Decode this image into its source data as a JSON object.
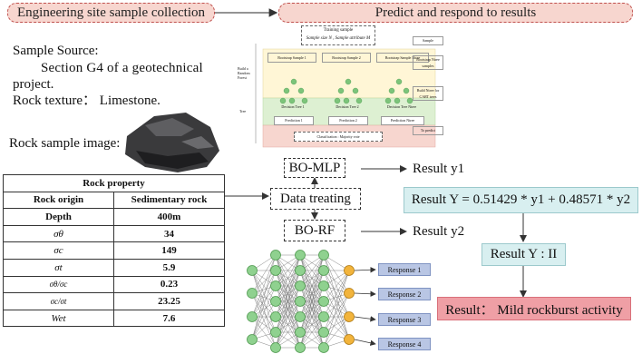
{
  "header": {
    "left_phase": "Engineering site sample collection",
    "right_phase": "Predict and respond to results"
  },
  "sample": {
    "source_label": "Sample Source:",
    "source_text_1": "Section G4 of a geotechnical",
    "source_text_2": "project.",
    "texture": "Rock texture： Limestone.",
    "image_label": "Rock sample image:"
  },
  "rock_table": {
    "title": "Rock property",
    "rows": [
      {
        "label": "Rock origin",
        "value": "Sedimentary rock"
      },
      {
        "label": "Depth",
        "value": "400m"
      },
      {
        "label": "σθ",
        "value": "34"
      },
      {
        "label": "σc",
        "value": "149"
      },
      {
        "label": "σt",
        "value": "5.9"
      },
      {
        "label": "σθ/σc",
        "value": "0.23"
      },
      {
        "label": "σc/σt",
        "value": "23.25"
      },
      {
        "label": "Wet",
        "value": "7.6"
      }
    ]
  },
  "rf_diagram": {
    "training_sample": "Training sample",
    "sample_size": "Sample size N , Sample attribute M",
    "side_sample": "Sample",
    "side_bootstrap": "Bootstrap Ntree samples",
    "side_build": "Build Ntree for CART trees",
    "side_forest": "Build a Random Forest",
    "side_tree": "Tree",
    "side_predict": "To predict",
    "bootstrap_1": "Bootstrap Sample 1",
    "bootstrap_2": "Bootstrap Sample 2",
    "bootstrap_3": "Bootstrap Sample Ntree",
    "tree_1": "Decision Tree 1",
    "tree_2": "Decision Tree 2",
    "tree_3": "Decision Tree Ntree",
    "pred_1": "Prediction 1",
    "pred_2": "Prediction 2",
    "pred_3": "Prediction Ntree",
    "classification": "Classification : Majority vote"
  },
  "flow": {
    "bo_mlp": "BO-MLP",
    "data_treating": "Data treating",
    "bo_rf": "BO-RF",
    "result_y1": "Result y1",
    "result_y2": "Result y2",
    "result_formula": "Result Y = 0.51429 * y1 + 0.48571 * y2",
    "result_class": "Result Y : II",
    "result_final": "Result： Mild rockburst activity"
  },
  "network": {
    "responses": [
      "Response 1",
      "Response 2",
      "Response 3",
      "Response 4"
    ]
  },
  "colors": {
    "phase_fill": "#f7d6cf",
    "phase_border": "#c0504d",
    "teal_box": "#d8eff0",
    "final_box": "#ef9fa5",
    "node_green": "#8fd18f",
    "node_orange": "#f2b43c",
    "response_fill": "#b9c6e4"
  }
}
